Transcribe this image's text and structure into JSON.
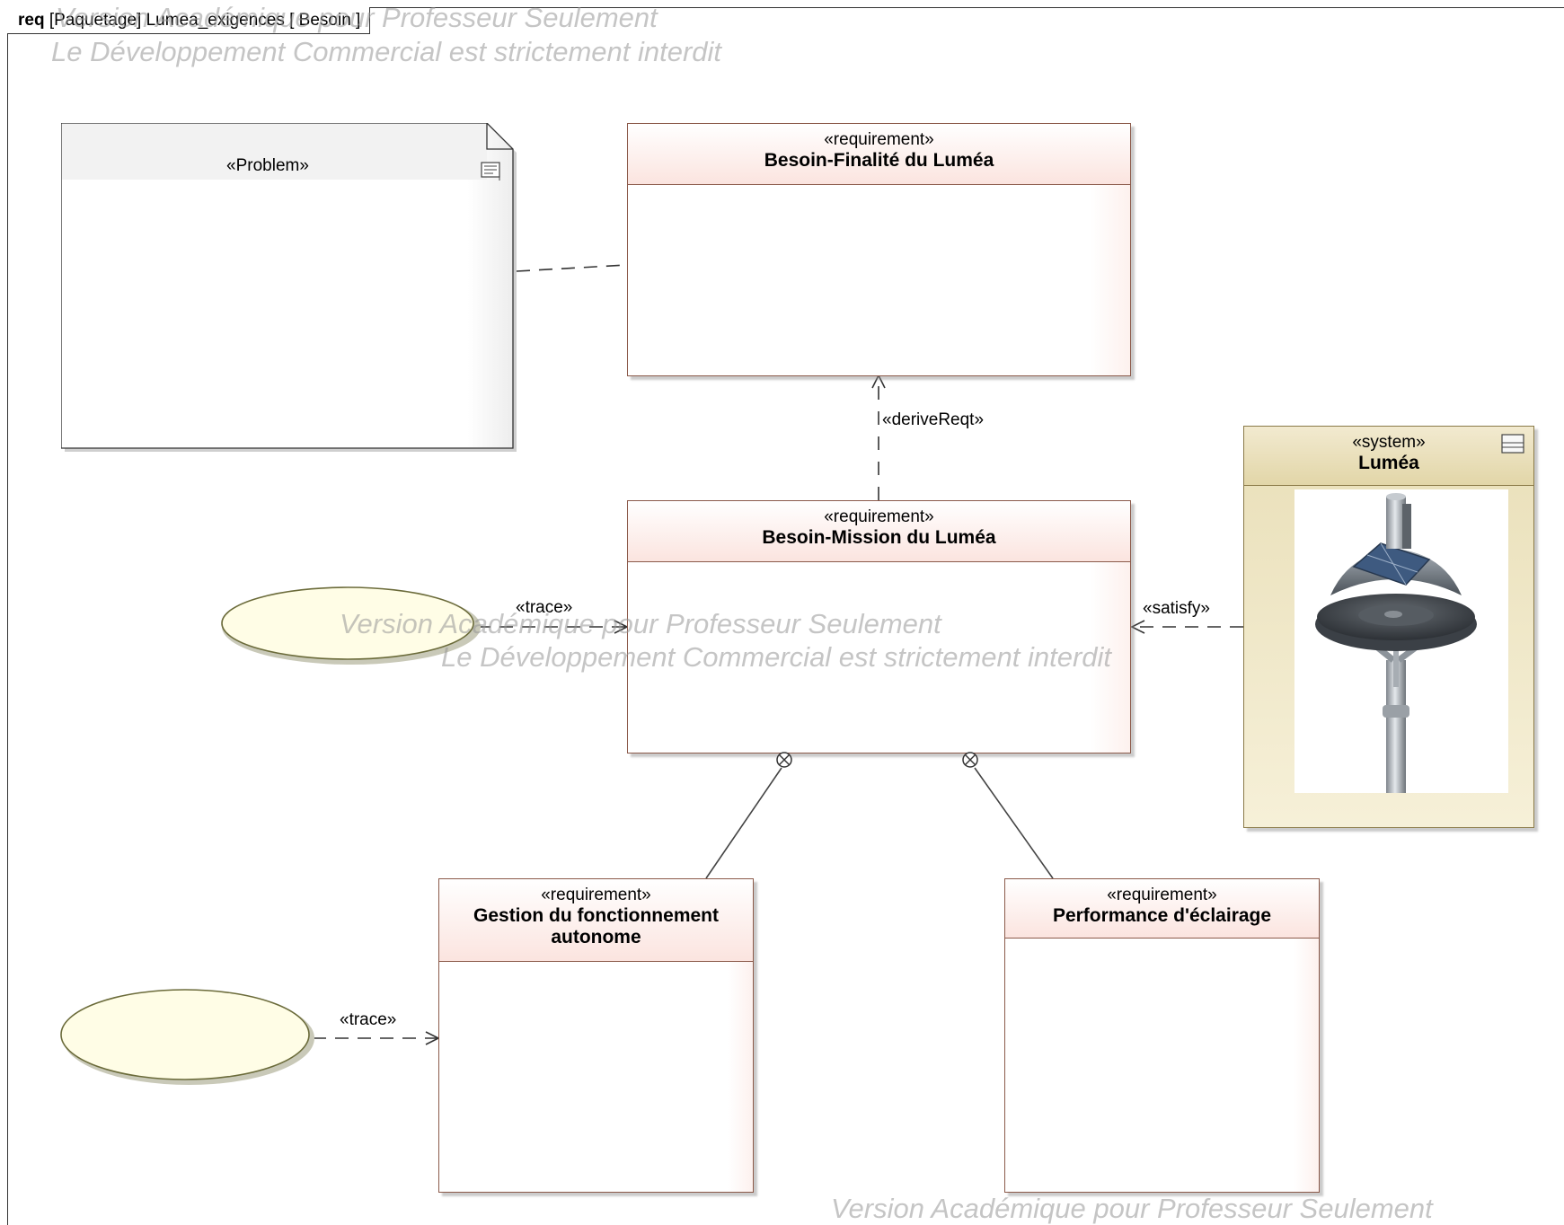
{
  "frame": {
    "kind": "req",
    "title": "[Paquetage] Lumea_exigences",
    "context": "[ Besoin ]"
  },
  "watermarks": [
    "Version Académique pour Professeur Seulement",
    "Le Développement Commercial est strictement interdit",
    "Version Académique pour Professeur Seulement",
    "Le Développement Commercial est strictement interdit",
    "Version Académique pour Professeur Seulement"
  ],
  "note": {
    "stereotype": "«Problem»",
    "icon": "note-icon"
  },
  "requirements": {
    "finalite": {
      "stereotype": "«requirement»",
      "name": "Besoin-Finalité du Luméa"
    },
    "mission": {
      "stereotype": "«requirement»",
      "name": "Besoin-Mission du Luméa"
    },
    "gestion": {
      "stereotype": "«requirement»",
      "name": "Gestion du fonctionnement autonome"
    },
    "performance": {
      "stereotype": "«requirement»",
      "name": "Performance d'éclairage"
    }
  },
  "system": {
    "stereotype": "«system»",
    "name": "Luméa",
    "icon": "block-compartment-icon",
    "image": "street-lamp-image"
  },
  "relations": {
    "derive": "«deriveReqt»",
    "trace_1": "«trace»",
    "trace_2": "«trace»",
    "satisfy": "«satisfy»"
  },
  "colors": {
    "requirement_border": "#8b5a4a",
    "requirement_header": "#fbe4df",
    "system_fill": "#efe6c6",
    "ellipse_fill": "#fffde6",
    "ellipse_border": "#6b6b3a"
  }
}
